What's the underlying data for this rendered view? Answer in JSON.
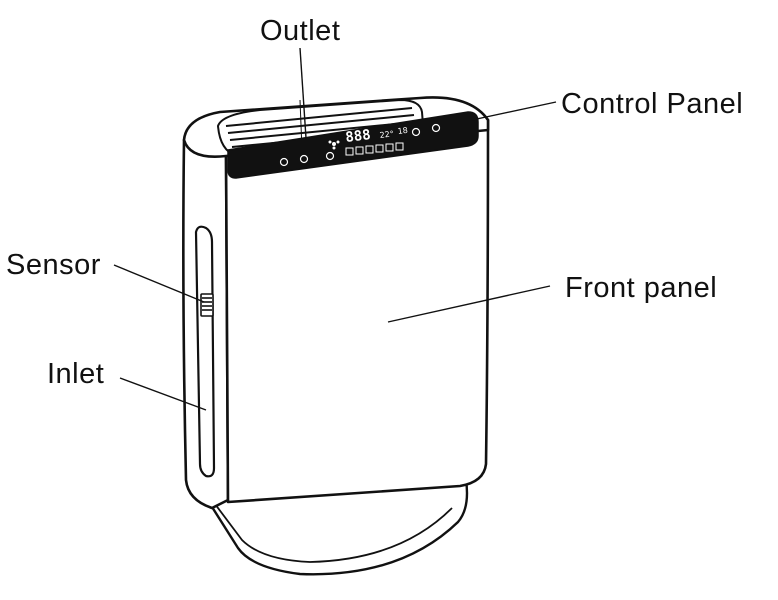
{
  "labels": {
    "outlet": "Outlet",
    "control_panel": "Control Panel",
    "sensor": "Sensor",
    "front_panel": "Front panel",
    "inlet": "Inlet"
  },
  "display": {
    "digits": "888",
    "temperature": "22°",
    "humidity": "18"
  }
}
